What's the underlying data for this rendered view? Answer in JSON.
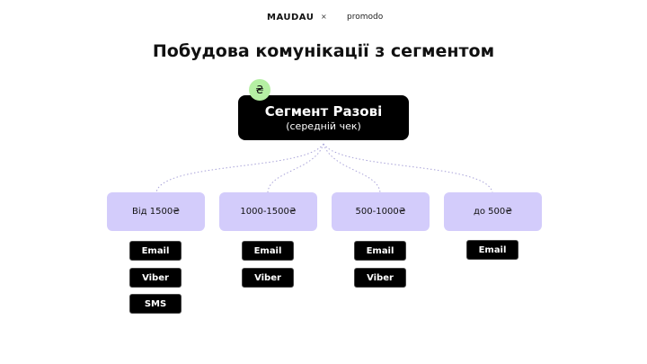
{
  "header": {
    "logo_left": "MAUDAU",
    "separator": "×",
    "logo_right": "promodo"
  },
  "title": "Побудова комунікації з сегментом",
  "root": {
    "title": "Сегмент Разові",
    "subtitle": "(середній чек)",
    "badge": "₴"
  },
  "segments": [
    {
      "label": "Від 1500₴",
      "channels": [
        "Email",
        "Viber",
        "SMS"
      ]
    },
    {
      "label": "1000-1500₴",
      "channels": [
        "Email",
        "Viber"
      ]
    },
    {
      "label": "500-1000₴",
      "channels": [
        "Email",
        "Viber"
      ]
    },
    {
      "label": "до 500₴",
      "channels": [
        "Email"
      ]
    }
  ]
}
